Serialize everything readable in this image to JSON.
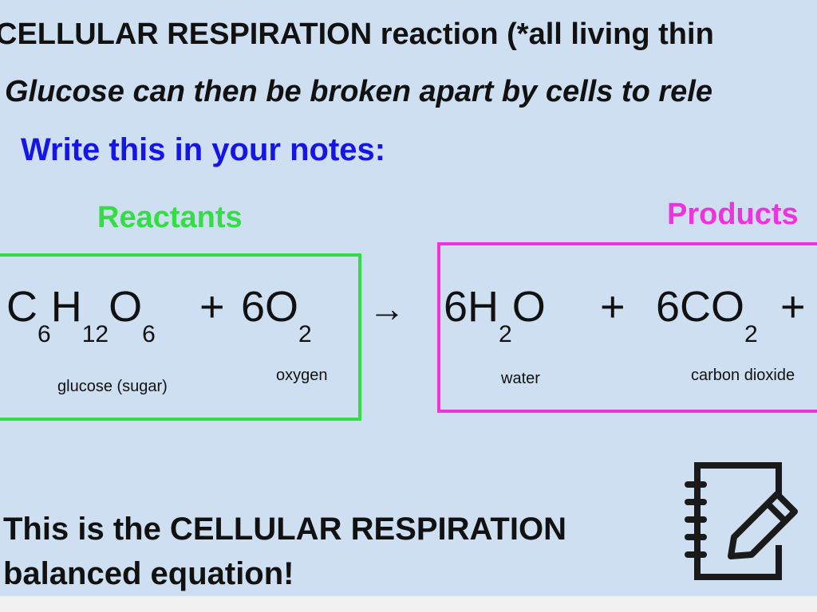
{
  "heading": {
    "line1": "CELLULAR RESPIRATION reaction (*all living thin",
    "line2": "Glucose can then be broken apart by cells to rele"
  },
  "instruction": "Write this in your notes:",
  "reactants": {
    "label": "Reactants",
    "glucose": {
      "formula_parts": [
        "C",
        "6",
        "H",
        "12",
        "O",
        "6"
      ],
      "name": "glucose (sugar)"
    },
    "plus": "+",
    "oxygen": {
      "coefficient_formula": "6O",
      "subscript": "2",
      "name": "oxygen"
    }
  },
  "arrow": "→",
  "products": {
    "label": "Products",
    "water": {
      "formula_parts": [
        "6H",
        "2",
        "O"
      ],
      "name": "water"
    },
    "plus1": "+",
    "co2": {
      "formula_parts": [
        "6CO",
        "2"
      ],
      "name": "carbon dioxide"
    },
    "plus2": "+"
  },
  "conclusion": {
    "line1": "This is the CELLULAR RESPIRATION",
    "line2": "balanced equation!"
  },
  "icons": {
    "notes": "notebook-pencil-icon"
  },
  "colors": {
    "background": "#cddff0",
    "instruction": "#1515e6",
    "reactants": "#33dd44",
    "products": "#ee33dd"
  }
}
